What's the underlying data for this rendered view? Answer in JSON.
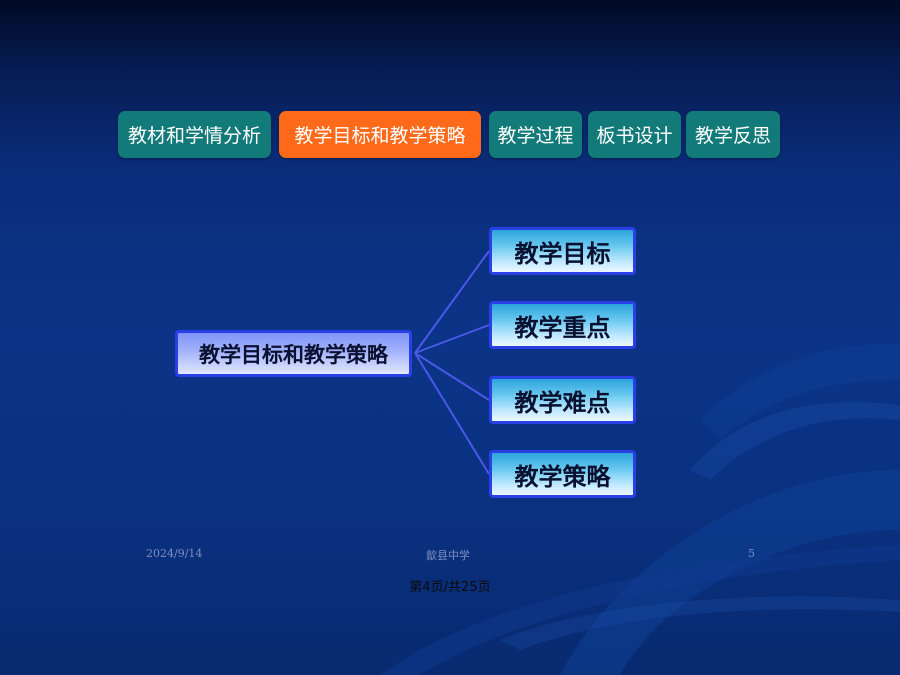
{
  "nav_tabs": [
    {
      "label": "教材和学情分析",
      "active": false
    },
    {
      "label": "教学目标和教学策略",
      "active": true
    },
    {
      "label": "教学过程",
      "active": false
    },
    {
      "label": "板书设计",
      "active": false
    },
    {
      "label": "教学反思",
      "active": false
    }
  ],
  "diagram": {
    "center_label": "教学目标和教学策略",
    "branches": [
      "教学目标",
      "教学重点",
      "教学难点",
      "教学策略"
    ]
  },
  "footer": {
    "date": "2024/9/14",
    "school": "歙县中学",
    "slide_number": "5",
    "page_counter": "第4页/共25页"
  },
  "colors": {
    "nav_default": "#137a7a",
    "nav_active": "#ff6a1a",
    "box_border": "#2a3fe6",
    "connector": "#4a58e8"
  }
}
